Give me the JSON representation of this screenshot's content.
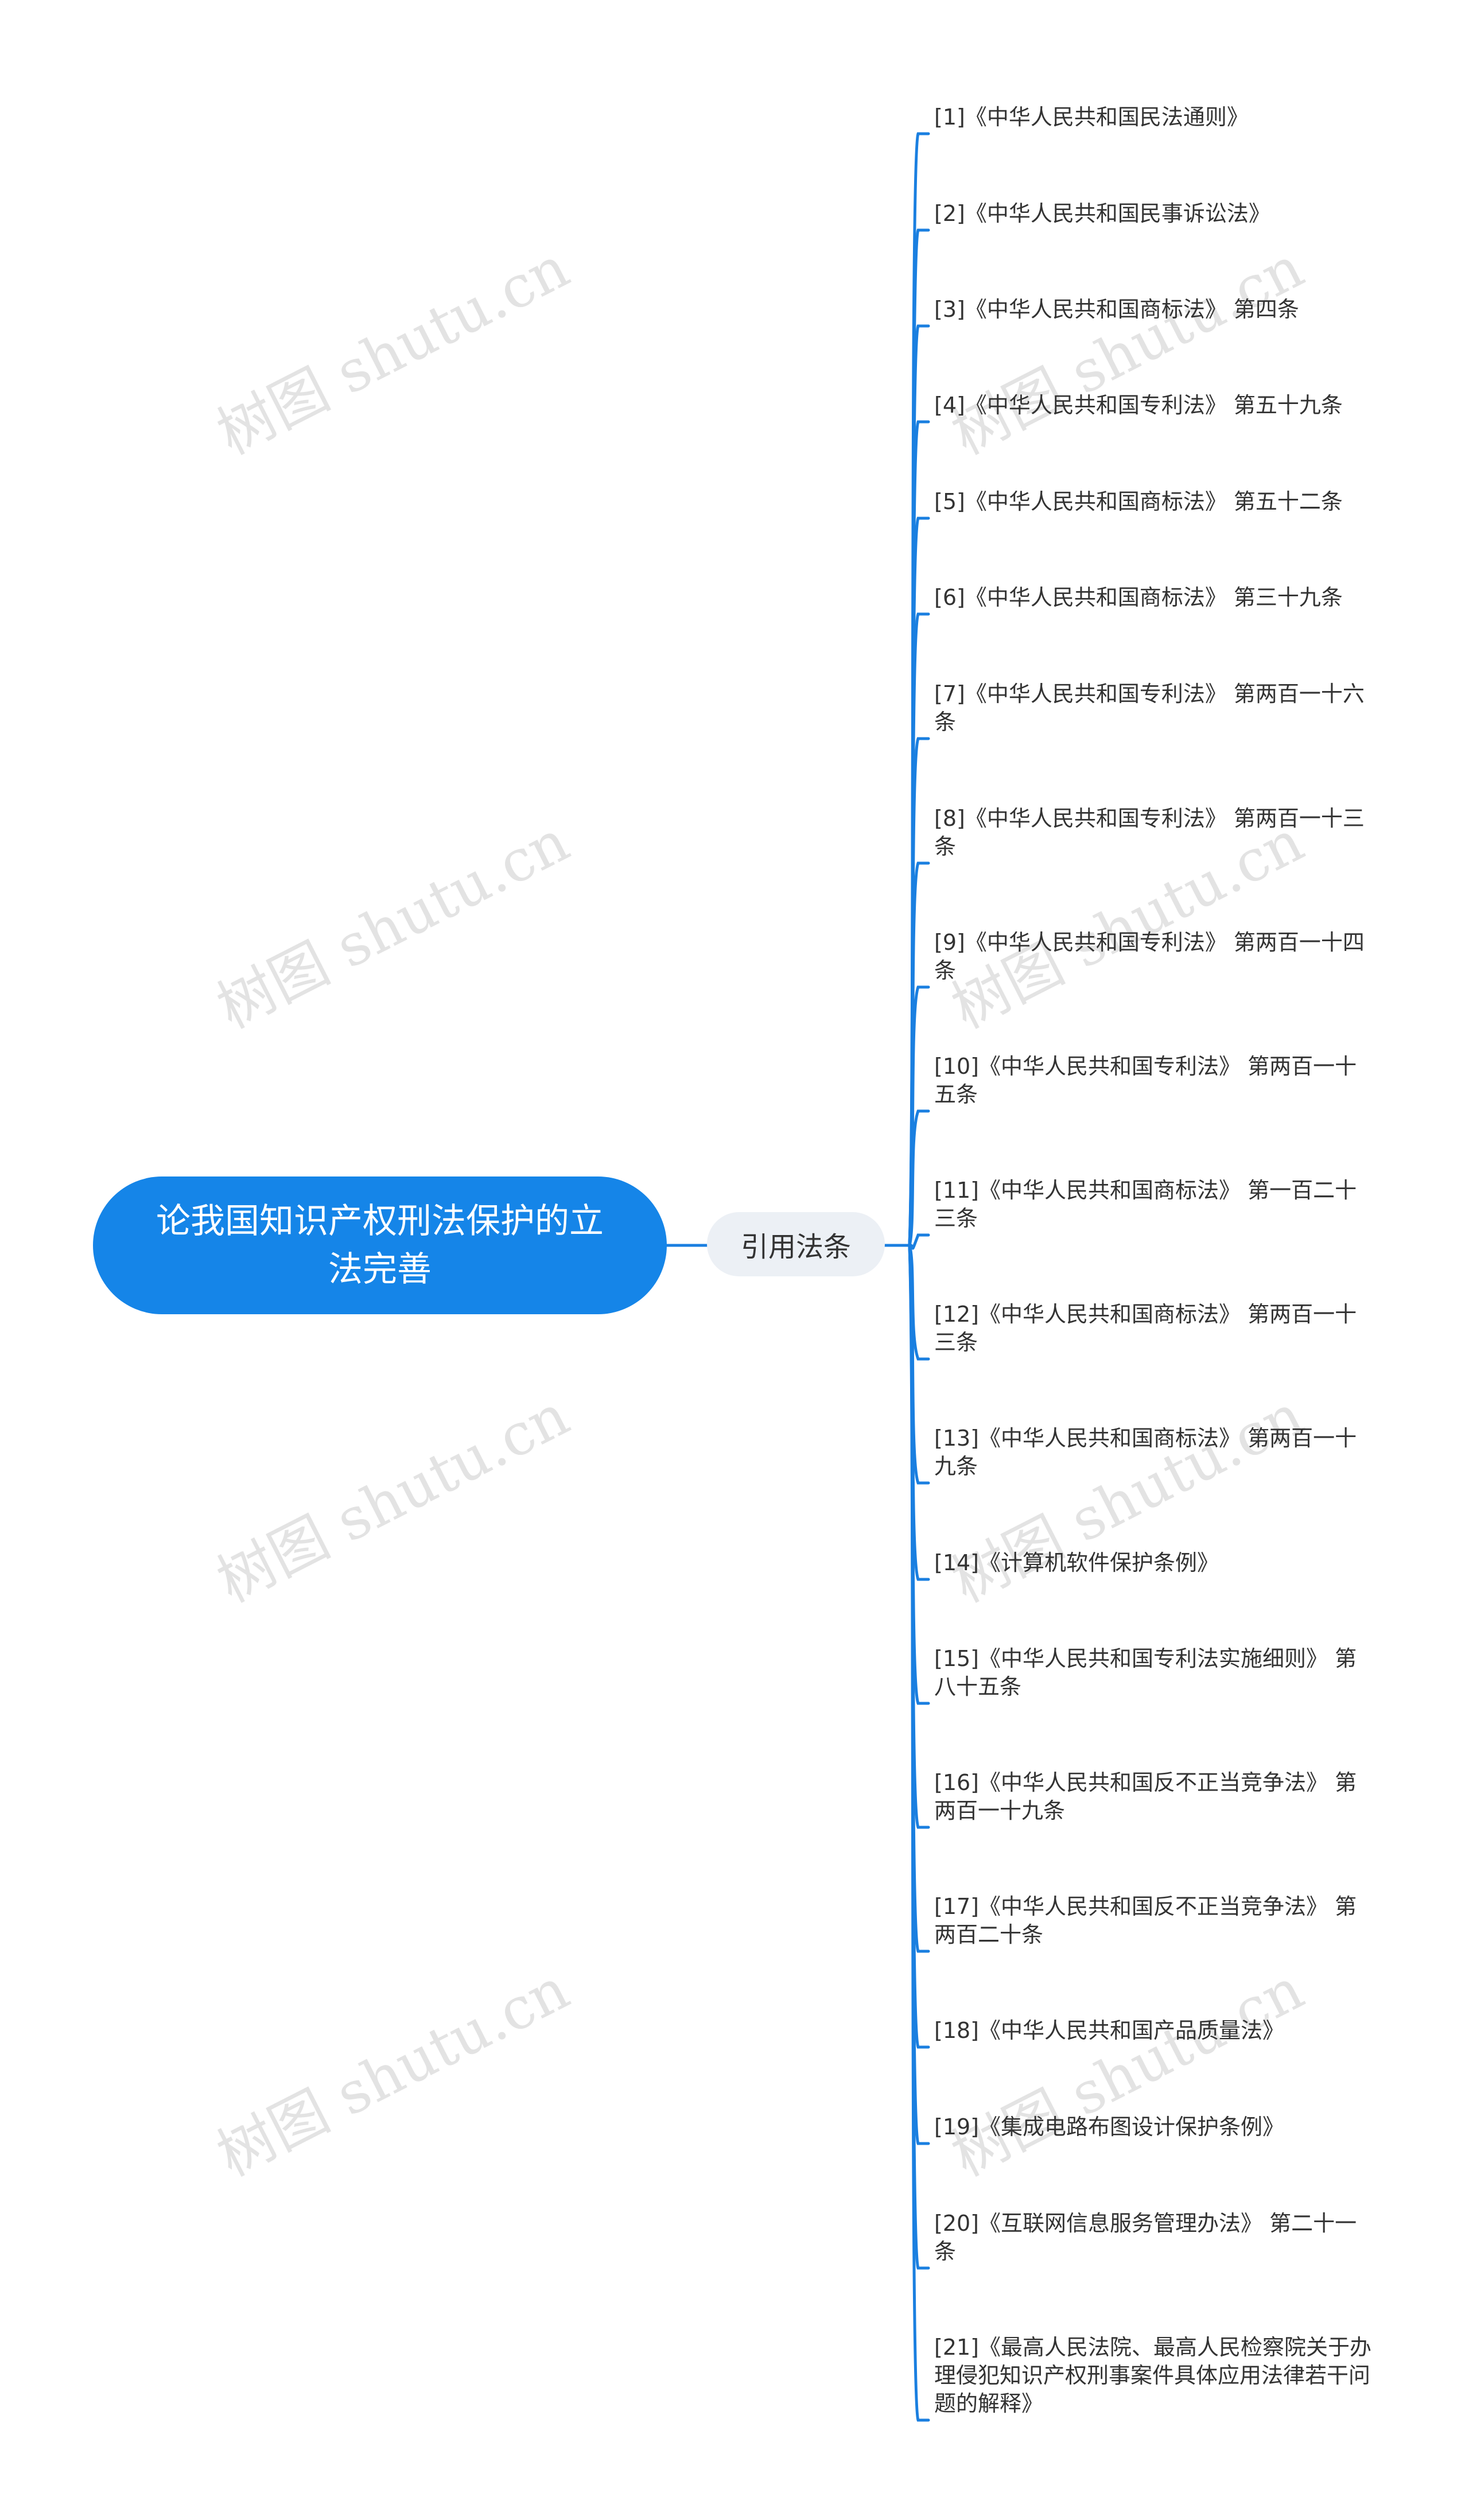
{
  "root": {
    "title": "论我国知识产权刑法保护的立法完善"
  },
  "branch": {
    "label": "引用法条"
  },
  "leaves": [
    "[1]《中华人民共和国民法通则》",
    "[2]《中华人民共和国民事诉讼法》",
    "[3]《中华人民共和国商标法》 第四条",
    "[4]《中华人民共和国专利法》 第五十九条",
    "[5]《中华人民共和国商标法》 第五十二条",
    "[6]《中华人民共和国商标法》 第三十九条",
    "[7]《中华人民共和国专利法》 第两百一十六条",
    "[8]《中华人民共和国专利法》 第两百一十三条",
    "[9]《中华人民共和国专利法》 第两百一十四条",
    "[10]《中华人民共和国专利法》 第两百一十五条",
    "[11]《中华人民共和国商标法》 第一百二十三条",
    "[12]《中华人民共和国商标法》 第两百一十三条",
    "[13]《中华人民共和国商标法》 第两百一十九条",
    "[14]《计算机软件保护条例》",
    "[15]《中华人民共和国专利法实施细则》 第八十五条",
    "[16]《中华人民共和国反不正当竞争法》 第两百一十九条",
    "[17]《中华人民共和国反不正当竞争法》 第两百二十条",
    "[18]《中华人民共和国产品质量法》",
    "[19]《集成电路布图设计保护条例》",
    "[20]《互联网信息服务管理办法》 第二十一条",
    "[21]《最高人民法院、最高人民检察院关于办理侵犯知识产权刑事案件具体应用法律若干问题的解释》"
  ],
  "watermark": {
    "text": "树图 shutu.cn"
  },
  "colors": {
    "root_bg": "#1585e8",
    "branch_bg": "#ecf0f5",
    "line": "#1a7fe0"
  }
}
